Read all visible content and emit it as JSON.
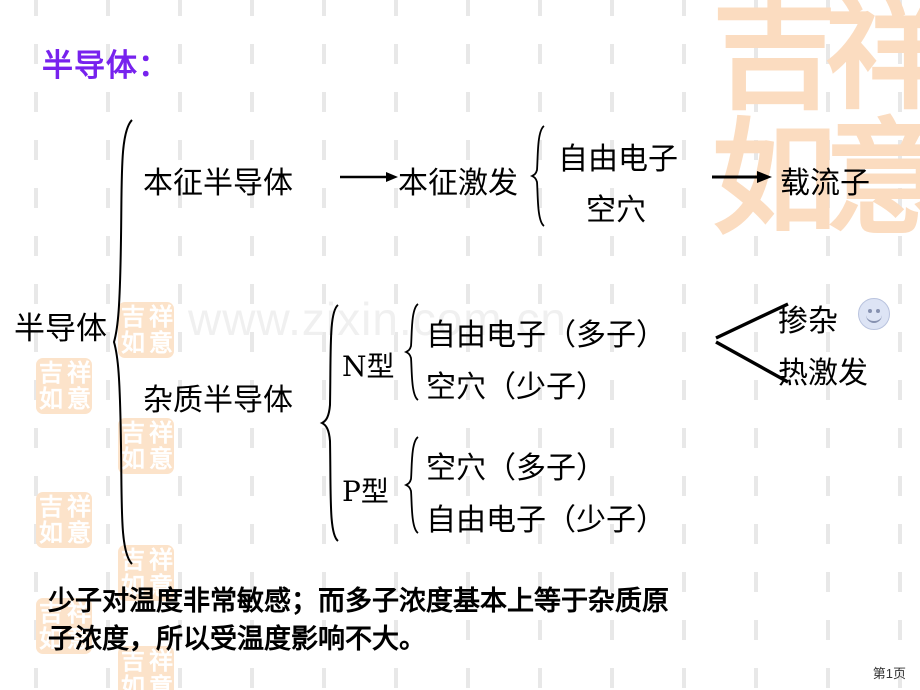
{
  "slide": {
    "title": "半导体：",
    "title_color": "#7722ee",
    "page_number": "第1页",
    "background_color": "#ffffff"
  },
  "watermarks": {
    "url_text": "www.zixin.com.cn",
    "url_color": "#f0f0f0",
    "seal_text": "吉祥如意",
    "seal_color": "#fce3ca",
    "seal_chars": [
      "吉",
      "祥",
      "如",
      "意"
    ]
  },
  "diagram": {
    "root": "半导体",
    "branch_intrinsic": {
      "label": "本征半导体",
      "process": "本征激发",
      "carriers": [
        "自由电子",
        "空穴"
      ],
      "result": "载流子"
    },
    "branch_impurity": {
      "label": "杂质半导体",
      "types": [
        {
          "name": "N型",
          "carriers": [
            "自由电子（多子）",
            "空穴（少子）"
          ]
        },
        {
          "name": "P型",
          "carriers": [
            "空穴（多子）",
            "自由电子（少子）"
          ]
        }
      ]
    },
    "causes": [
      "掺杂",
      "热激发"
    ],
    "smiley": "smiley-face-icon"
  },
  "note": {
    "line1": "少子对温度非常敏感；而多子浓度基本上等于杂质原",
    "line2": "子浓度，所以受温度影响不大。"
  }
}
